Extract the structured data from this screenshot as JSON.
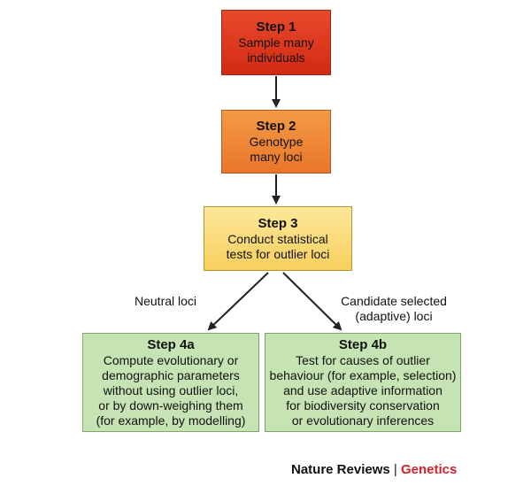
{
  "steps": {
    "step1": {
      "title": "Step 1",
      "body": [
        "Sample many",
        "individuals"
      ]
    },
    "step2": {
      "title": "Step 2",
      "body": [
        "Genotype",
        "many loci"
      ]
    },
    "step3": {
      "title": "Step 3",
      "body": [
        "Conduct statistical",
        "tests for outlier loci"
      ]
    },
    "step4a": {
      "title": "Step 4a",
      "body": [
        "Compute evolutionary or",
        "demographic parameters",
        "without using outlier loci,",
        "or by down-weighing them",
        "(for example, by modelling)"
      ]
    },
    "step4b": {
      "title": "Step 4b",
      "body": [
        "Test for causes of outlier",
        "behaviour (for example, selection)",
        "and use adaptive information",
        "for biodiversity conservation",
        "or evolutionary inferences"
      ]
    }
  },
  "edges": {
    "neutral": [
      "Neutral loci"
    ],
    "candidate": [
      "Candidate selected",
      "(adaptive) loci"
    ]
  },
  "credit": {
    "journal": "Nature Reviews",
    "separator": "|",
    "subject": "Genetics"
  },
  "colors": {
    "step1": "#d42a14",
    "step2": "#e9762a",
    "step3": "#f7cf5e",
    "step4": "#c6e4b3",
    "arrow": "#222222",
    "credit_accent": "#d8202a"
  }
}
